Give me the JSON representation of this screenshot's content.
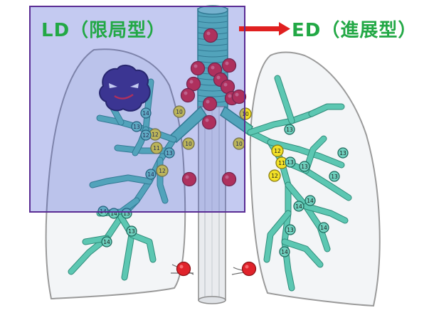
{
  "labels": {
    "limited": "LD（限局型）",
    "extensive": "ED（進展型）"
  },
  "colors": {
    "label_green": "#22a845",
    "arrow_red": "#e02020",
    "box_border": "#5a2c94",
    "box_fill": "#3d4fd0",
    "lung_outline": "#9a9a9a",
    "lung_fill": "#f3f5f7",
    "bronchi": "#5cc7b2",
    "bronchi_outline": "#2f8c7a",
    "node_red": "#e0232b",
    "node_yellow": "#f2e027",
    "node_teal": "#6fd0be",
    "tumor": "#3b2a78"
  },
  "nodes": {
    "yellow": [
      "10",
      "10",
      "10",
      "10",
      "12",
      "11",
      "12",
      "12",
      "11",
      "12"
    ],
    "teal_left": [
      "14",
      "13",
      "12",
      "14",
      "13",
      "13",
      "14",
      "14",
      "13",
      "14"
    ],
    "teal_right": [
      "13",
      "13",
      "13",
      "13",
      "14",
      "13",
      "14",
      "13",
      "14",
      "14"
    ],
    "red_count": 16
  },
  "icons": {
    "tumor": "tumor-blob-icon",
    "arrow": "right-arrow-icon"
  }
}
